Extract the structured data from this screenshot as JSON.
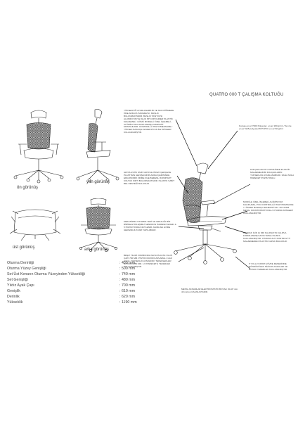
{
  "title": "QUATRO 000 T ÇALIŞMA KOLTUĞU",
  "views": {
    "front": "ön görünüş",
    "side": "yan görünüş",
    "top": "üst görünüş",
    "back": "arka görünüş"
  },
  "notes": {
    "headrest": "YÜKSEKLİĞİ AYARLANABİLİR VE TEK DÜĞMEDE ÖNE ARKAYA HAREKETLİ, BAŞLIK BULUNMAKTADIR. BAŞLIK TAŞIYICISI ALÜMİNYUM VE SİLİS PP COPOLİMER PLASTİK MALZEMELİ. GÖMÜ MODELLİ ÖZEL İŞLEMELİ, ALÜMİNYUM KALIPLANMIŞ KOMPOZİT MONTAJLIDIR. KONTROLLÜ HIGH PRESSURE / YÜKSEK BASINÇLI ENJEKSİYON İLE SÜNGER KULLANILMIŞTIR.",
    "foam": "Kumaş en az 7000 Polyester, en az 180 gr/m² / Sıvı ile en az %25 polyester/%75 PVC en az 80 gr/m²",
    "backrest": "GRİ PLASTİK SİLİP GRİ FİLE ÖRGÜ ÇERÇEVE PLASTİĞİN GENİŞLİĞİNİN ARKA İÇERİSİNDE ERGONOMİK ÖRME FİLE BEDENLİ KOMPOZİT KOLTUK SIRTI BULUNMAKTADIR. PLASTİK SABİT BEL DESTEĞİ BULUNUR.",
    "armrest": "KOLÇAKLAR PP COPOLİMER PLASTİK MALZEMELİDİR KOLÇAKLARIN YÜKSEKLİĞİ AYARLANABİLİR. SAĞA SOLA HAREKET POZİSYONLU.",
    "mechanism": "MEKANİZMA OTURMA YERİ VE ARKALIĞI BİR BİRİNE ETKİLEŞİMLİ SENKRON HAREKET EDER. 4-5 POZİSYONDA KİLİTLENİR. AĞIRLIĞA GÖRE GERGİNLİK AYARI YAPILABİLİR.",
    "seat": "MODÜLE ÖZEL İŞLEMELİ ALÜMİNYUM KALIPLAMA, PVC KONTROLLÜ HIGH PRESSURE / YÜKSEK BASINÇLI ENJEKSİYON. 40 KG/M3 METAL KONSTRÜKSİYONLU OTURMA SÜNGERİ KULLANILMIŞTIR.",
    "cylinder": "BEŞLİ YILDIZ FORMUNDA NAYLON AYAK OLUP, ÇAPI 700 MM. PİSTON KROM KAPLAMALI, GAZ YAYLI, YÜKSEKLİK AYARLIDIR. TEKERLEKLER NAYLON Ø50 MM. 1,5 HAREKETLİ TEKERLEK KULLANILMIŞTIR.",
    "seatbase": "OTURAK İÇİN 11 MM KALINLIKTA KALIPLA FORMLANMIŞ KAYIN TAPALI SUNTA KULLANILMIŞTIR. OTURAK ALTI KONTROL İTİ MALZEMEDEN PLASTİK KAPAK BULUNUR.",
    "base": "5 YOLLU KROM GÖVDE DESENİNDE DÖNDÜRÜLEN SİLİKON AYAKLARI VE DONUK TEKERLEK KULLANILMIŞTIR.",
    "footnote": "METAL AKSAMLAR ELEKTROSTATİK BOYALI OLUP min. 40 micron KALINLIKTADIR."
  },
  "specs": [
    {
      "name": "Oturma Derinliği",
      "value": ": 450 mm"
    },
    {
      "name": "Oturma Yüzey Genişliği",
      "value": ": 500 mm"
    },
    {
      "name": "Set Üst Kenarın Oturma Yüzeyinden Yüksekliği",
      "value": ": 740 mm"
    },
    {
      "name": "Set Genişliği",
      "value": ": 480 mm"
    },
    {
      "name": "Yıldız Ayak Çapı",
      "value": ": 700 mm"
    },
    {
      "name": "Genişlik",
      "value": ": 610 mm"
    },
    {
      "name": "Derinlik",
      "value": ": 620 mm"
    },
    {
      "name": "Yükseklik",
      "value": ": 1190 mm"
    }
  ]
}
